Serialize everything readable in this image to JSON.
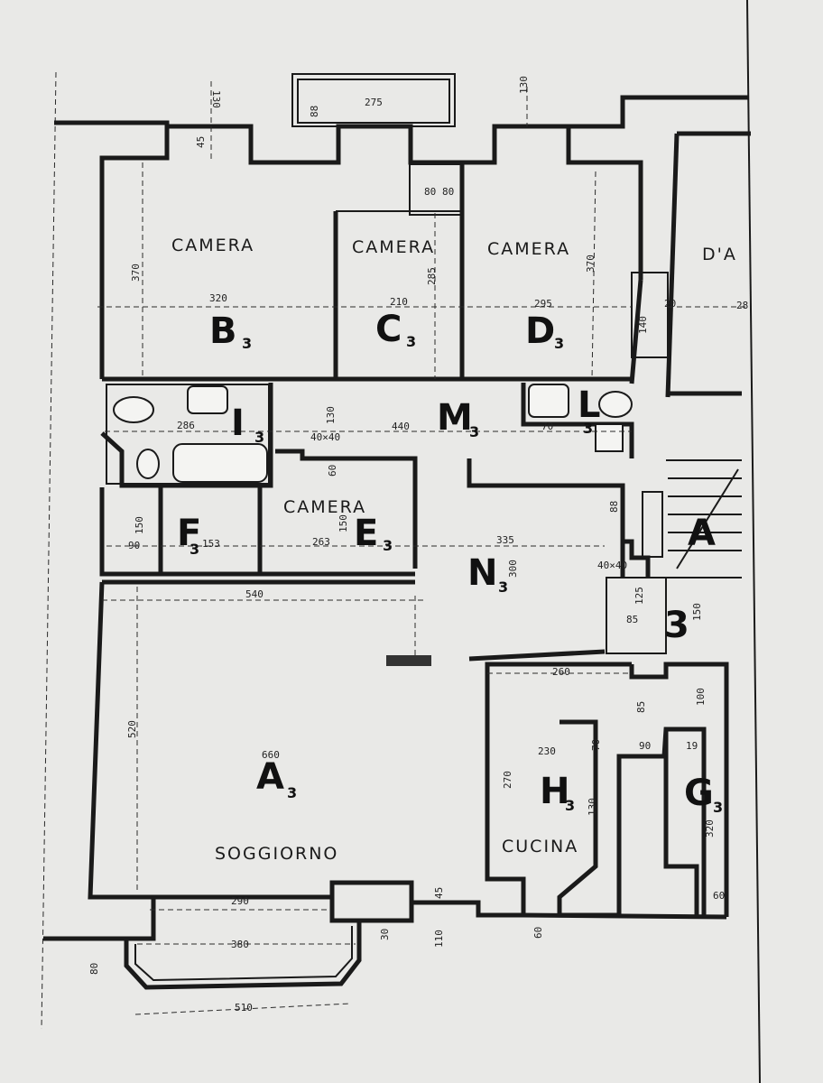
{
  "rooms": {
    "camera_b": {
      "name": "CAMERA",
      "letter": "B",
      "sub": "3"
    },
    "camera_c": {
      "name": "CAMERA",
      "letter": "C",
      "sub": "3"
    },
    "camera_d": {
      "name": "CAMERA",
      "letter": "D",
      "sub": "3"
    },
    "camera_e": {
      "name": "CAMERA",
      "letter": "E",
      "sub": "3"
    },
    "neighbor": {
      "name": "D'A"
    },
    "bagno_i": {
      "letter": "I",
      "sub": "3"
    },
    "bagno_l": {
      "letter": "L",
      "sub": "3"
    },
    "corridoio_m": {
      "letter": "M",
      "sub": "3"
    },
    "ripostiglio_f": {
      "letter": "F",
      "sub": "3"
    },
    "ingresso_n": {
      "letter": "N",
      "sub": "3"
    },
    "soggiorno_a": {
      "name": "SOGGIORNO",
      "letter": "A",
      "sub": "3"
    },
    "cucina_h": {
      "name": "CUCINA",
      "letter": "H",
      "sub": "3"
    },
    "g": {
      "letter": "G",
      "sub": "3"
    },
    "scala": {
      "letter": "A"
    },
    "vano_3": {
      "letter": "3"
    }
  },
  "dimensions": {
    "balcony_top_w": "275",
    "balcony_top_h": "88",
    "d130_top_left": "130",
    "d130_top_right": "130",
    "d45_top": "45",
    "d80a": "80",
    "d80b": "80",
    "b_h": "370",
    "b_w": "320",
    "c_w": "210",
    "c_h": "285",
    "d_w": "295",
    "d_h": "370",
    "d140": "140",
    "d20": "20",
    "d28": "28",
    "i_w": "286",
    "m_h": "130",
    "m_w": "440",
    "d70": "70",
    "d40x40a": "40×40",
    "d60a": "60",
    "f_h": "150",
    "f_s": "90",
    "f_w": "153",
    "e_w": "263",
    "e_h": "150",
    "d88": "88",
    "n_w": "335",
    "n_h": "300",
    "d40x40b": "40×40",
    "d540": "540",
    "d125": "125",
    "d85a": "85",
    "d150b": "150",
    "d260": "260",
    "d520": "520",
    "a_w": "660",
    "d85b": "85",
    "d100": "100",
    "h_w": "230",
    "d70b": "70",
    "d90": "90",
    "d19": "19",
    "h_h": "270",
    "d130b": "130",
    "g_h": "320",
    "d290": "290",
    "d45b": "45",
    "d60b": "60",
    "d60c": "60",
    "d380": "380",
    "d30": "30",
    "d110": "110",
    "d80c": "80",
    "d510": "510"
  }
}
